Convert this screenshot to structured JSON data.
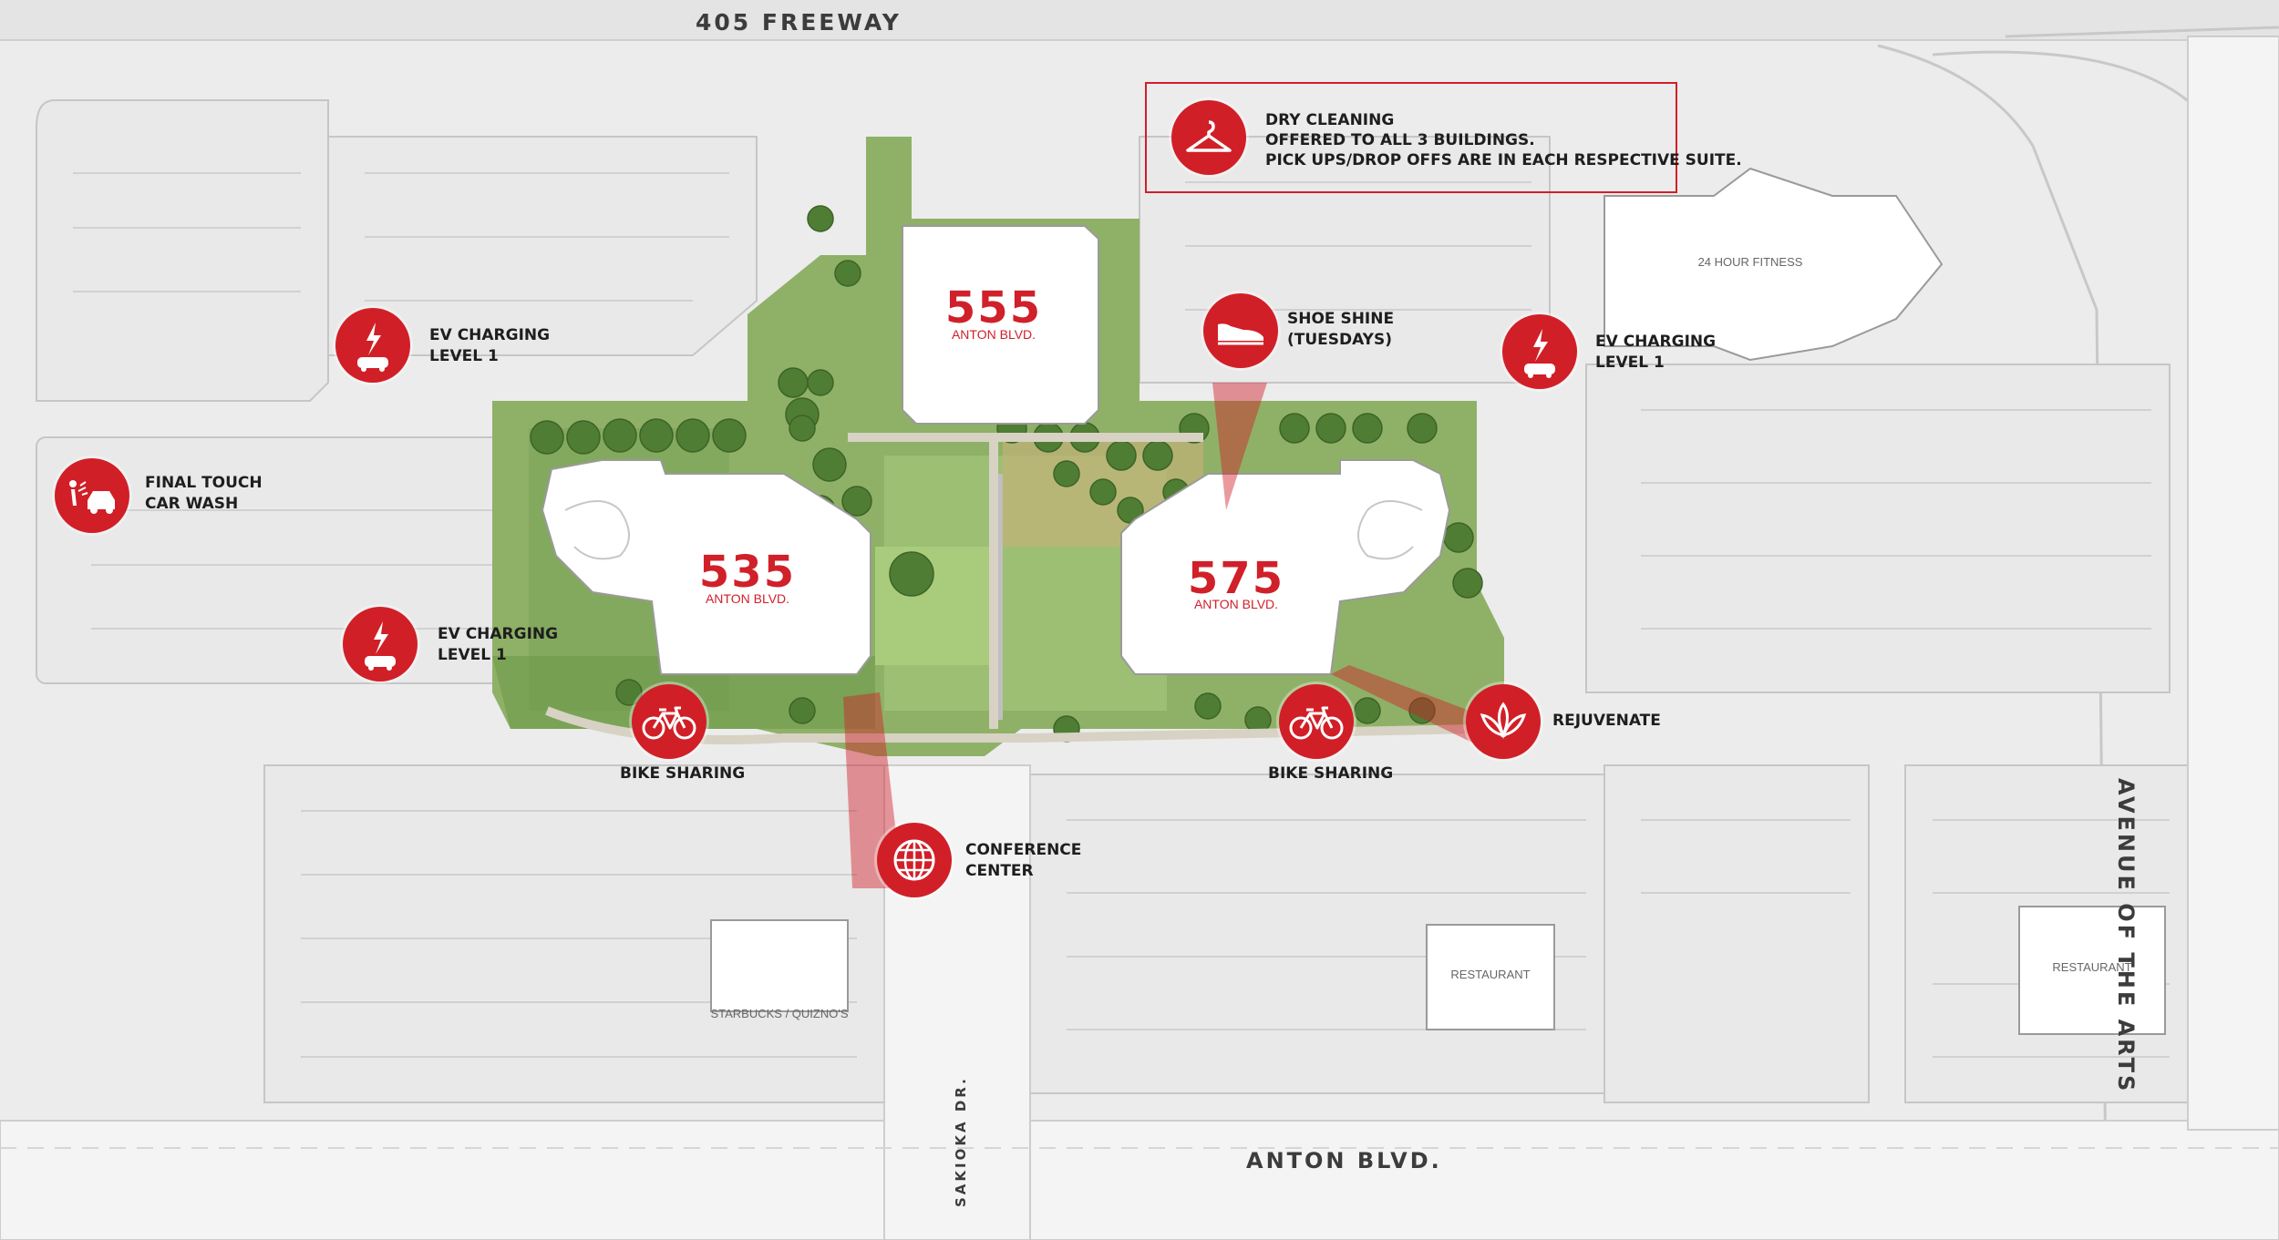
{
  "roads": {
    "freeway": "405 FREEWAY",
    "anton": "ANTON BLVD.",
    "arts": "AVENUE OF THE ARTS",
    "sakioka": "SAKIOKA DR."
  },
  "buildings": [
    {
      "number": "555",
      "street": "ANTON BLVD."
    },
    {
      "number": "535",
      "street": "ANTON BLVD."
    },
    {
      "number": "575",
      "street": "ANTON BLVD."
    }
  ],
  "places": {
    "fitness": "24 HOUR FITNESS",
    "restaurant_a": "RESTAURANT",
    "restaurant_b": "RESTAURANT",
    "starbucks": "STARBUCKS / QUIZNO'S"
  },
  "amenities": {
    "dry_cleaning": {
      "line1": "DRY CLEANING",
      "line2": "OFFERED TO ALL 3 BUILDINGS.",
      "line3": "PICK UPS/DROP OFFS ARE IN EACH RESPECTIVE SUITE.",
      "icon": "hanger-icon"
    },
    "ev_left_top": {
      "line1": "EV CHARGING",
      "line2": "LEVEL 1",
      "icon": "ev-charging-icon"
    },
    "ev_left_bottom": {
      "line1": "EV CHARGING",
      "line2": "LEVEL 1",
      "icon": "ev-charging-icon"
    },
    "ev_right": {
      "line1": "EV CHARGING",
      "line2": "LEVEL 1",
      "icon": "ev-charging-icon"
    },
    "car_wash": {
      "line1": "FINAL TOUCH",
      "line2": "CAR WASH",
      "icon": "car-wash-icon"
    },
    "shoe_shine": {
      "line1": "SHOE SHINE",
      "line2": "(TUESDAYS)",
      "icon": "shoe-icon"
    },
    "bike_left": {
      "label": "BIKE SHARING",
      "icon": "bicycle-icon"
    },
    "bike_right": {
      "label": "BIKE SHARING",
      "icon": "bicycle-icon"
    },
    "rejuvenate": {
      "label": "REJUVENATE",
      "icon": "lotus-icon"
    },
    "conference": {
      "line1": "CONFERENCE",
      "line2": "CENTER",
      "icon": "globe-icon"
    }
  },
  "colors": {
    "accent": "#d11f27",
    "building_number": "#d0202a",
    "landscape": "#7aa257",
    "ground": "#ececec"
  }
}
